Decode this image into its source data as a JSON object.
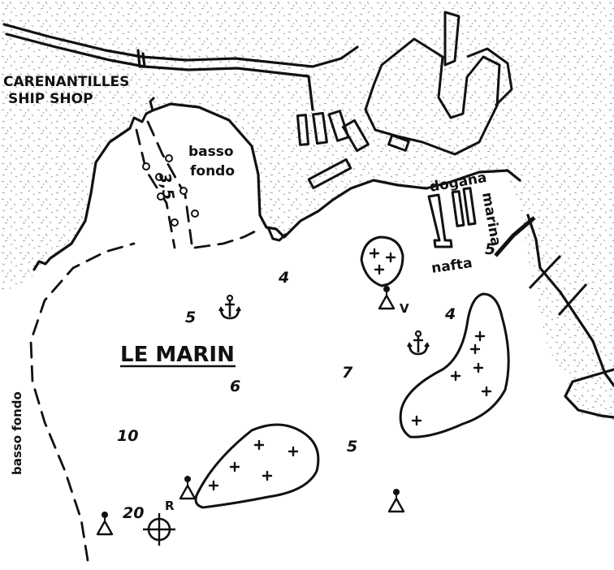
{
  "map": {
    "place_name": "LE MARIN",
    "labels": {
      "shop": [
        "CARENANTILLES",
        "SHIP SHOP"
      ],
      "shoal_north": [
        "basso",
        "fondo"
      ],
      "shoal_west": "basso fondo",
      "dogana": "dogana",
      "marina": "marina",
      "nafta": "nafta",
      "channel_depth": "3,5"
    },
    "depths": [
      "4",
      "5",
      "6",
      "7",
      "4",
      "5",
      "10",
      "20",
      "5"
    ],
    "buoys": {
      "green_buoy": "V",
      "red_buoy": "R"
    },
    "colors": {
      "ink": "#111111",
      "land_stipple": "#8a8a8a",
      "water": "#ffffff"
    },
    "icons": [
      "anchor-icon",
      "anchor-icon",
      "buoy-icon",
      "buoy-icon",
      "buoy-icon",
      "buoy-icon",
      "waypoint-icon"
    ]
  }
}
